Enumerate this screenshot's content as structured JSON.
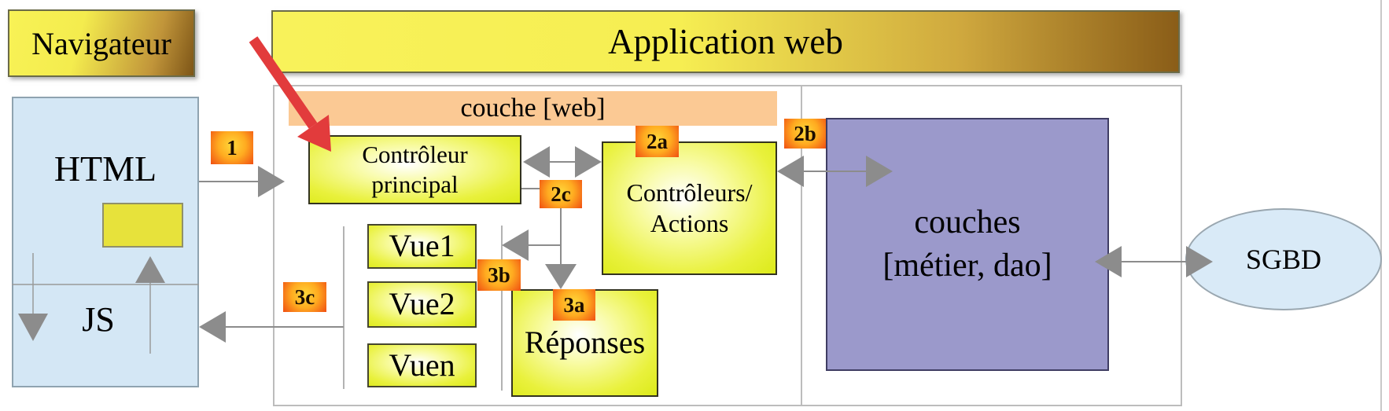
{
  "diagram": {
    "navigator_label": "Navigateur",
    "app_label": "Application web",
    "browser": {
      "html": "HTML",
      "js": "JS"
    },
    "web_layer_banner": "couche [web]",
    "main_controller": {
      "line1": "Contrôleur",
      "line2": "principal"
    },
    "controllers_actions": {
      "line1": "Contrôleurs/",
      "line2": "Actions"
    },
    "views": [
      {
        "label": "Vue1"
      },
      {
        "label": "Vue2"
      },
      {
        "label": "Vuen"
      }
    ],
    "responses_label": "Réponses",
    "business": {
      "line1": "couches",
      "line2": "[métier, dao]"
    },
    "database_label": "SGBD",
    "steps": {
      "s1": "1",
      "s2a": "2a",
      "s2b": "2b",
      "s2c": "2c",
      "s3a": "3a",
      "s3b": "3b",
      "s3c": "3c"
    },
    "colors": {
      "gold_light": "#f8f256",
      "gold_dark": "#8a5d18",
      "peach_banner": "#fbc994",
      "yellow_box": "#e9f13d",
      "purple_box": "#9b99cb",
      "browser_blue": "#d4e7f5",
      "database_blue": "#d9eaf7",
      "badge_orange": "#f04e12",
      "badge_yellow": "#ffd83a",
      "arrow_gray": "#8c8c8c",
      "highlight_red": "#e23b3c"
    }
  }
}
